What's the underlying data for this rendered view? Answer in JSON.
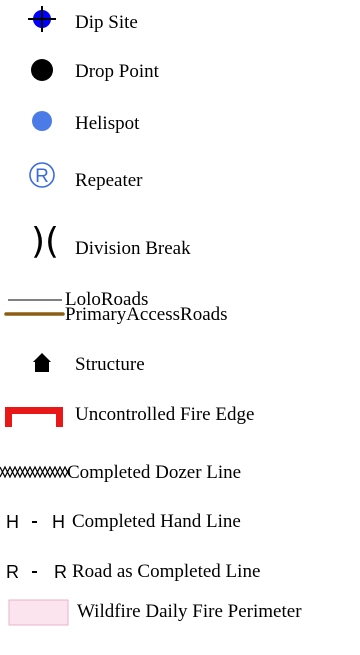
{
  "legend": {
    "items": [
      {
        "icon": "dip-site-icon",
        "label": "Dip Site",
        "color": "#0000ff"
      },
      {
        "icon": "drop-point-icon",
        "label": "Drop Point",
        "color": "#000000"
      },
      {
        "icon": "helispot-icon",
        "label": "Helispot",
        "color": "#4a7be6"
      },
      {
        "icon": "repeater-icon",
        "label": "Repeater",
        "glyph": "®",
        "color": "#3a6be0"
      },
      {
        "icon": "division-break-icon",
        "label": "Division Break",
        "glyph": ")(",
        "color": "#000000"
      },
      {
        "icon": "lolo-roads-line-icon",
        "label": "LoloRoads",
        "color": "#000000"
      },
      {
        "icon": "primary-access-roads-line-icon",
        "label": "PrimaryAccessRoads",
        "color": "#8b5e14"
      },
      {
        "icon": "structure-icon",
        "label": "Structure",
        "color": "#000000"
      },
      {
        "icon": "uncontrolled-fire-edge-icon",
        "label": "Uncontrolled Fire Edge",
        "color": "#e81818"
      },
      {
        "icon": "completed-dozer-line-icon",
        "label": "Completed Dozer Line",
        "color": "#000000"
      },
      {
        "icon": "completed-hand-line-icon",
        "label": "Completed Hand Line",
        "glyph": "H - H",
        "color": "#000000"
      },
      {
        "icon": "road-as-completed-line-icon",
        "label": "Road as Completed Line",
        "glyph": "R - R",
        "color": "#000000"
      },
      {
        "icon": "wildfire-daily-fire-perimeter-icon",
        "label": "Wildfire Daily Fire Perimeter",
        "color": "#fbe4ee",
        "stroke": "#e8b3c9"
      }
    ]
  }
}
